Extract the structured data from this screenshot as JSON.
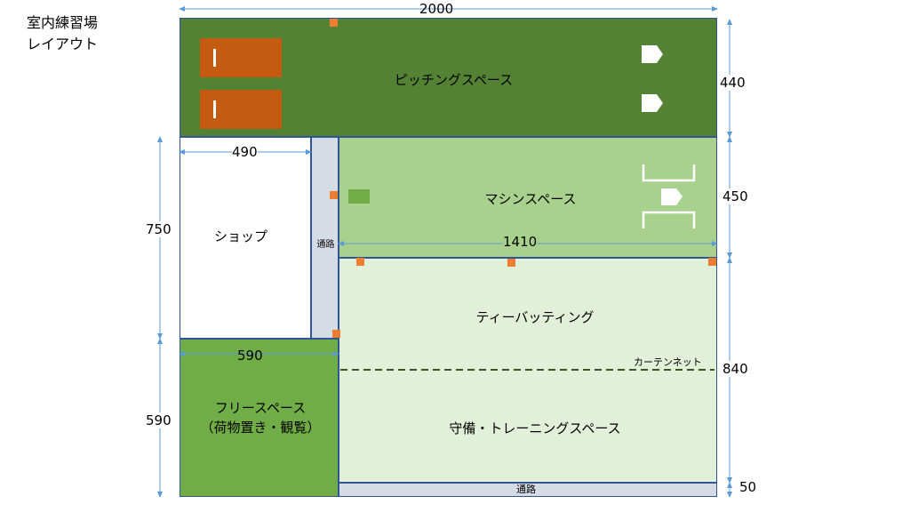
{
  "title": "室内練習場\nレイアウト",
  "zones": {
    "pitching": {
      "label": "ピッチングスペース",
      "color": "#548235"
    },
    "machine": {
      "label": "マシンスペース",
      "color": "#a9d18e"
    },
    "shop": {
      "label": "ショップ",
      "color": "#ffffff"
    },
    "aisle_vertical": {
      "label": "通路",
      "color": "#d6dce5"
    },
    "tee_batting": {
      "label": "ティーバッティング",
      "color": "#e2f0d9"
    },
    "defense_training": {
      "label": "守備・トレーニングスペース",
      "color": "#e2f0d9"
    },
    "free_space": {
      "label": "フリースペース\n（荷物置き・観覧）",
      "color": "#70ad47"
    },
    "aisle_bottom": {
      "label": "通路",
      "color": "#d6dce5"
    }
  },
  "curtain_net": {
    "label": "カーテンネット"
  },
  "dimensions": {
    "top_width": "2000",
    "pitching_height": "440",
    "machine_height": "450",
    "shop_width": "490",
    "shop_height": "750",
    "machine_width": "1410",
    "free_space_width": "590",
    "free_space_height": "590",
    "batting_height": "840",
    "aisle_height": "50"
  },
  "colors": {
    "border": "#2f5597",
    "dimension_line": "#5b9bd5",
    "marker": "#ed7d31",
    "mound": "#c55a11",
    "net_dash": "#385723"
  },
  "icons": [
    "home-plate-icon",
    "pitching-mound-icon",
    "batting-box-icon",
    "camera-marker-icon"
  ]
}
